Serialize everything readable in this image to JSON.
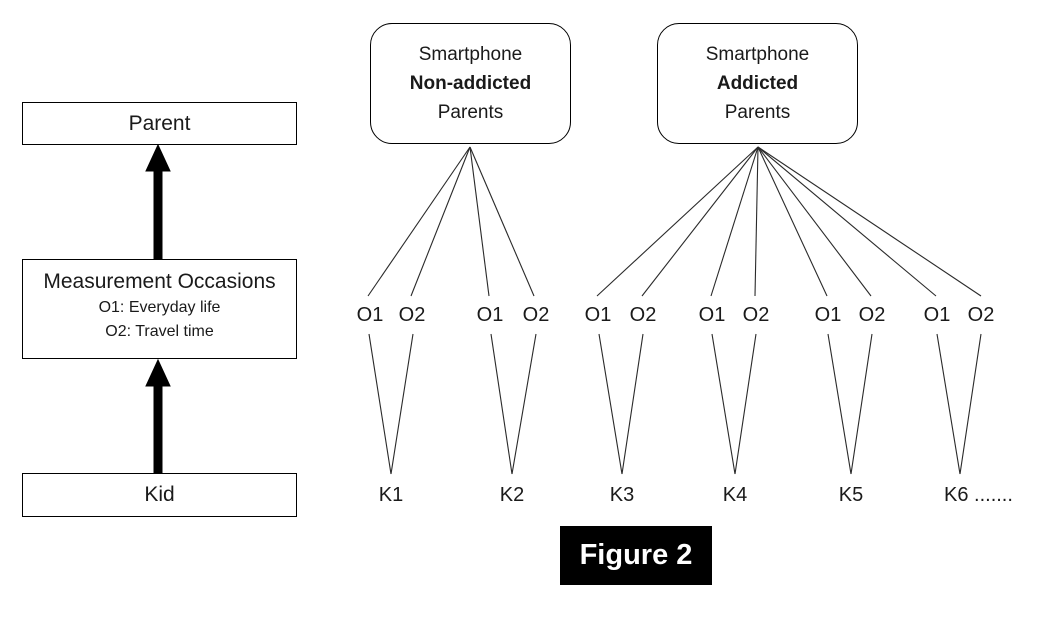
{
  "left_flow": {
    "parent_label": "Parent",
    "occasions_title": "Measurement Occasions",
    "occasion_1": "O1: Everyday life",
    "occasion_2": "O2: Travel time",
    "kid_label": "Kid"
  },
  "groups": [
    {
      "line1": "Smartphone",
      "line2": "Non-addicted",
      "line3": "Parents",
      "kids": [
        {
          "label": "K1",
          "o1": "O1",
          "o2": "O2"
        },
        {
          "label": "K2",
          "o1": "O1",
          "o2": "O2"
        }
      ]
    },
    {
      "line1": "Smartphone",
      "line2": "Addicted",
      "line3": "Parents",
      "kids": [
        {
          "label": "K3",
          "o1": "O1",
          "o2": "O2"
        },
        {
          "label": "K4",
          "o1": "O1",
          "o2": "O2"
        },
        {
          "label": "K5",
          "o1": "O1",
          "o2": "O2"
        },
        {
          "label": "K6 .......",
          "o1": "O1",
          "o2": "O2"
        }
      ]
    }
  ],
  "caption": "Figure 2",
  "colors": {
    "line": "#2a2a2a",
    "arrow": "#000000",
    "caption_bg": "#000000",
    "caption_text": "#ffffff",
    "background": "#ffffff"
  }
}
